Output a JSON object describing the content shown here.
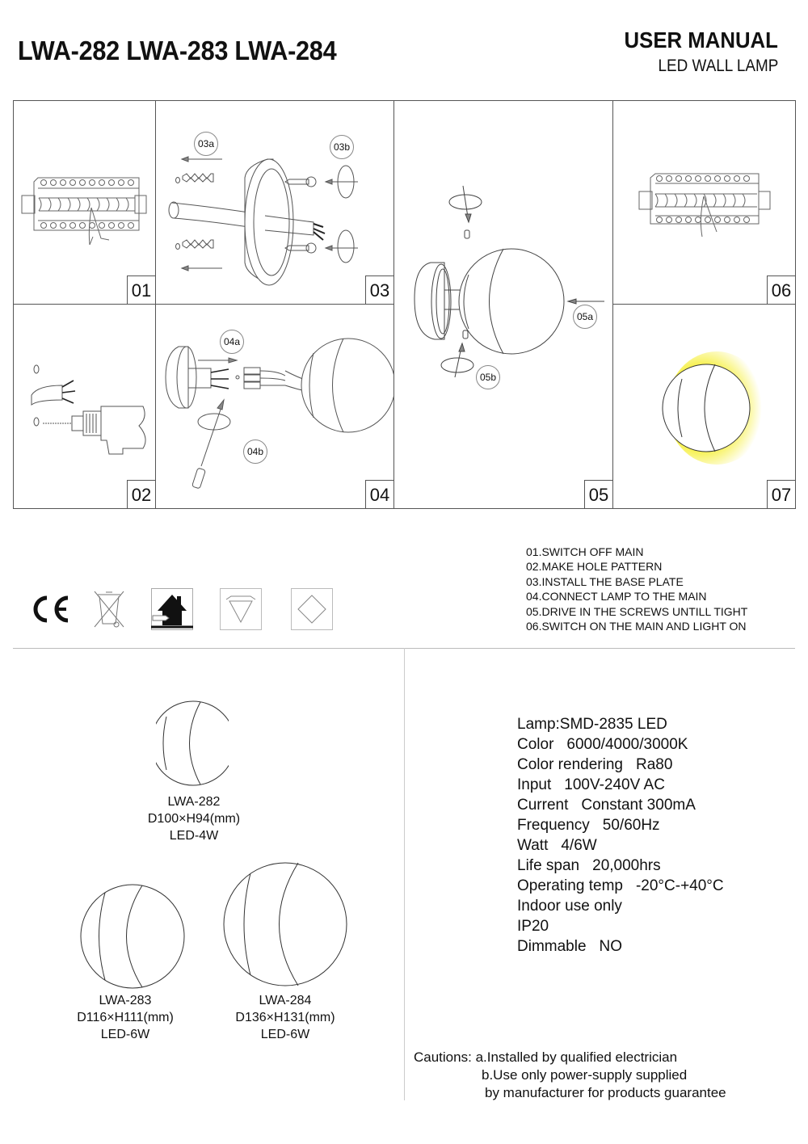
{
  "header": {
    "models_title": "LWA-282 LWA-283 LWA-284",
    "manual_title": "USER MANUAL",
    "manual_subtitle": "LED WALL LAMP"
  },
  "panels": [
    {
      "id": "01",
      "label": "01",
      "depicts": "breaker-panel-switch-off"
    },
    {
      "id": "02",
      "label": "02",
      "depicts": "drill-holes"
    },
    {
      "id": "03",
      "label": "03",
      "depicts": "install-base-plate",
      "callouts": [
        "03a",
        "03b"
      ]
    },
    {
      "id": "04",
      "label": "04",
      "depicts": "connect-wires",
      "callouts": [
        "04a",
        "04b"
      ]
    },
    {
      "id": "05",
      "label": "05",
      "depicts": "attach-globe",
      "callouts": [
        "05a",
        "05b"
      ]
    },
    {
      "id": "06",
      "label": "06",
      "depicts": "breaker-panel-switch-on"
    },
    {
      "id": "07",
      "label": "07",
      "depicts": "lamp-lit",
      "glow_color": "#f5ee2a"
    }
  ],
  "steps": [
    "01.SWITCH OFF MAIN",
    "02.MAKE HOLE PATTERN",
    "03.INSTALL THE BASE PLATE",
    "04.CONNECT LAMP TO THE MAIN",
    "05.DRIVE IN THE SCREWS UNTILL TIGHT",
    "06.SWITCH ON THE MAIN AND LIGHT ON"
  ],
  "certifications": [
    {
      "icon": "ce-mark-icon",
      "label": "CE"
    },
    {
      "icon": "weee-crossed-bin-icon"
    },
    {
      "icon": "class-ii-indoor-house-icon"
    },
    {
      "icon": "inverted-triangle-icon"
    },
    {
      "icon": "diamond-icon"
    }
  ],
  "models": [
    {
      "name": "LWA-282",
      "dimensions": "D100×H94(mm)",
      "power": "LED-4W"
    },
    {
      "name": "LWA-283",
      "dimensions": "D116×H111(mm)",
      "power": "LED-6W"
    },
    {
      "name": "LWA-284",
      "dimensions": "D136×H131(mm)",
      "power": "LED-6W"
    }
  ],
  "specs": [
    {
      "label": "Lamp:SMD-2835 LED",
      "value": ""
    },
    {
      "label": "Color",
      "value": "6000/4000/3000K"
    },
    {
      "label": "Color rendering",
      "value": "Ra80"
    },
    {
      "label": "Input",
      "value": "100V-240V AC"
    },
    {
      "label": "Current",
      "value": "Constant 300mA"
    },
    {
      "label": "Frequency",
      "value": "50/60Hz"
    },
    {
      "label": "Watt",
      "value": "4/6W"
    },
    {
      "label": "Life span",
      "value": "20,000hrs"
    },
    {
      "label": "Operating temp",
      "value": "-20°C-+40°C"
    },
    {
      "label": "Indoor use only",
      "value": ""
    },
    {
      "label": "IP20",
      "value": ""
    },
    {
      "label": "Dimmable",
      "value": "NO"
    }
  ],
  "cautions": {
    "prefix": "Cautions:",
    "lines": [
      "a.Installed by qualified electrician",
      "b.Use only power-supply supplied",
      "by manufacturer for products guarantee"
    ]
  }
}
